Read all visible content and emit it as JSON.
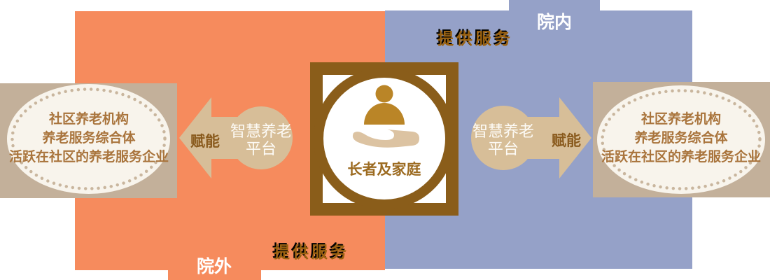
{
  "diagram_title": "smart-elderly-care-service-model",
  "regions": {
    "outside": {
      "zone_label": "院外",
      "service_label": "提供服务"
    },
    "inside": {
      "zone_label": "院内",
      "service_label": "提供服务"
    }
  },
  "center_entity": {
    "label": "长者及家庭",
    "icon": "hand-holding-person-icon"
  },
  "platform_left": {
    "line1": "智慧养老",
    "line2": "平台",
    "arrow_label": "赋能",
    "direction": "left"
  },
  "platform_right": {
    "line1": "智慧养老",
    "line2": "平台",
    "arrow_label": "赋能",
    "direction": "right"
  },
  "community_box_left": {
    "lines": [
      "社区养老机构",
      "养老服务综合体",
      "活跃在社区的养老服务企业"
    ]
  },
  "community_box_right": {
    "lines": [
      "社区养老机构",
      "养老服务综合体",
      "活跃在社区的养老服务企业"
    ]
  },
  "colors": {
    "outside_zone": "#F68B5D",
    "inside_zone": "#95A1C8",
    "side_panel": "#C3B09A",
    "ellipse_fill": "#F8F4EC",
    "ellipse_dots": "#C9B69E",
    "arrow": "#D7BE98",
    "emblem_brown": "#8A5D1A",
    "person_gold": "#BA8527",
    "hand_tan": "#DCC3A2",
    "label_brown": "#9B6210",
    "text_brown": "#A9743C"
  }
}
